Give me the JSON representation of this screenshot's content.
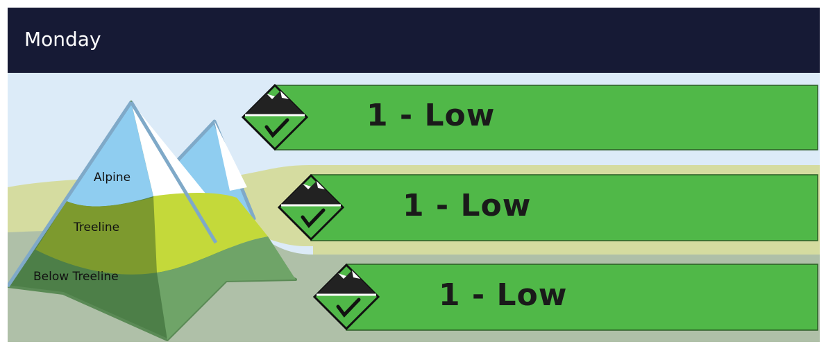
{
  "header": {
    "title": "Monday"
  },
  "zones": [
    {
      "label": "Alpine",
      "rating": "1 - Low"
    },
    {
      "label": "Treeline",
      "rating": "1 - Low"
    },
    {
      "label": "Below Treeline",
      "rating": "1 - Low"
    }
  ],
  "colors": {
    "header_bg": "#161a35",
    "rating_green": "#50b848",
    "sky": "#dcebf8",
    "alpine": "#8fcdf0",
    "treeline": "#c4d93a",
    "below_treeline": "#6a9a58"
  },
  "icons": [
    "mountain-check-icon",
    "mountain-check-icon",
    "mountain-check-icon"
  ]
}
